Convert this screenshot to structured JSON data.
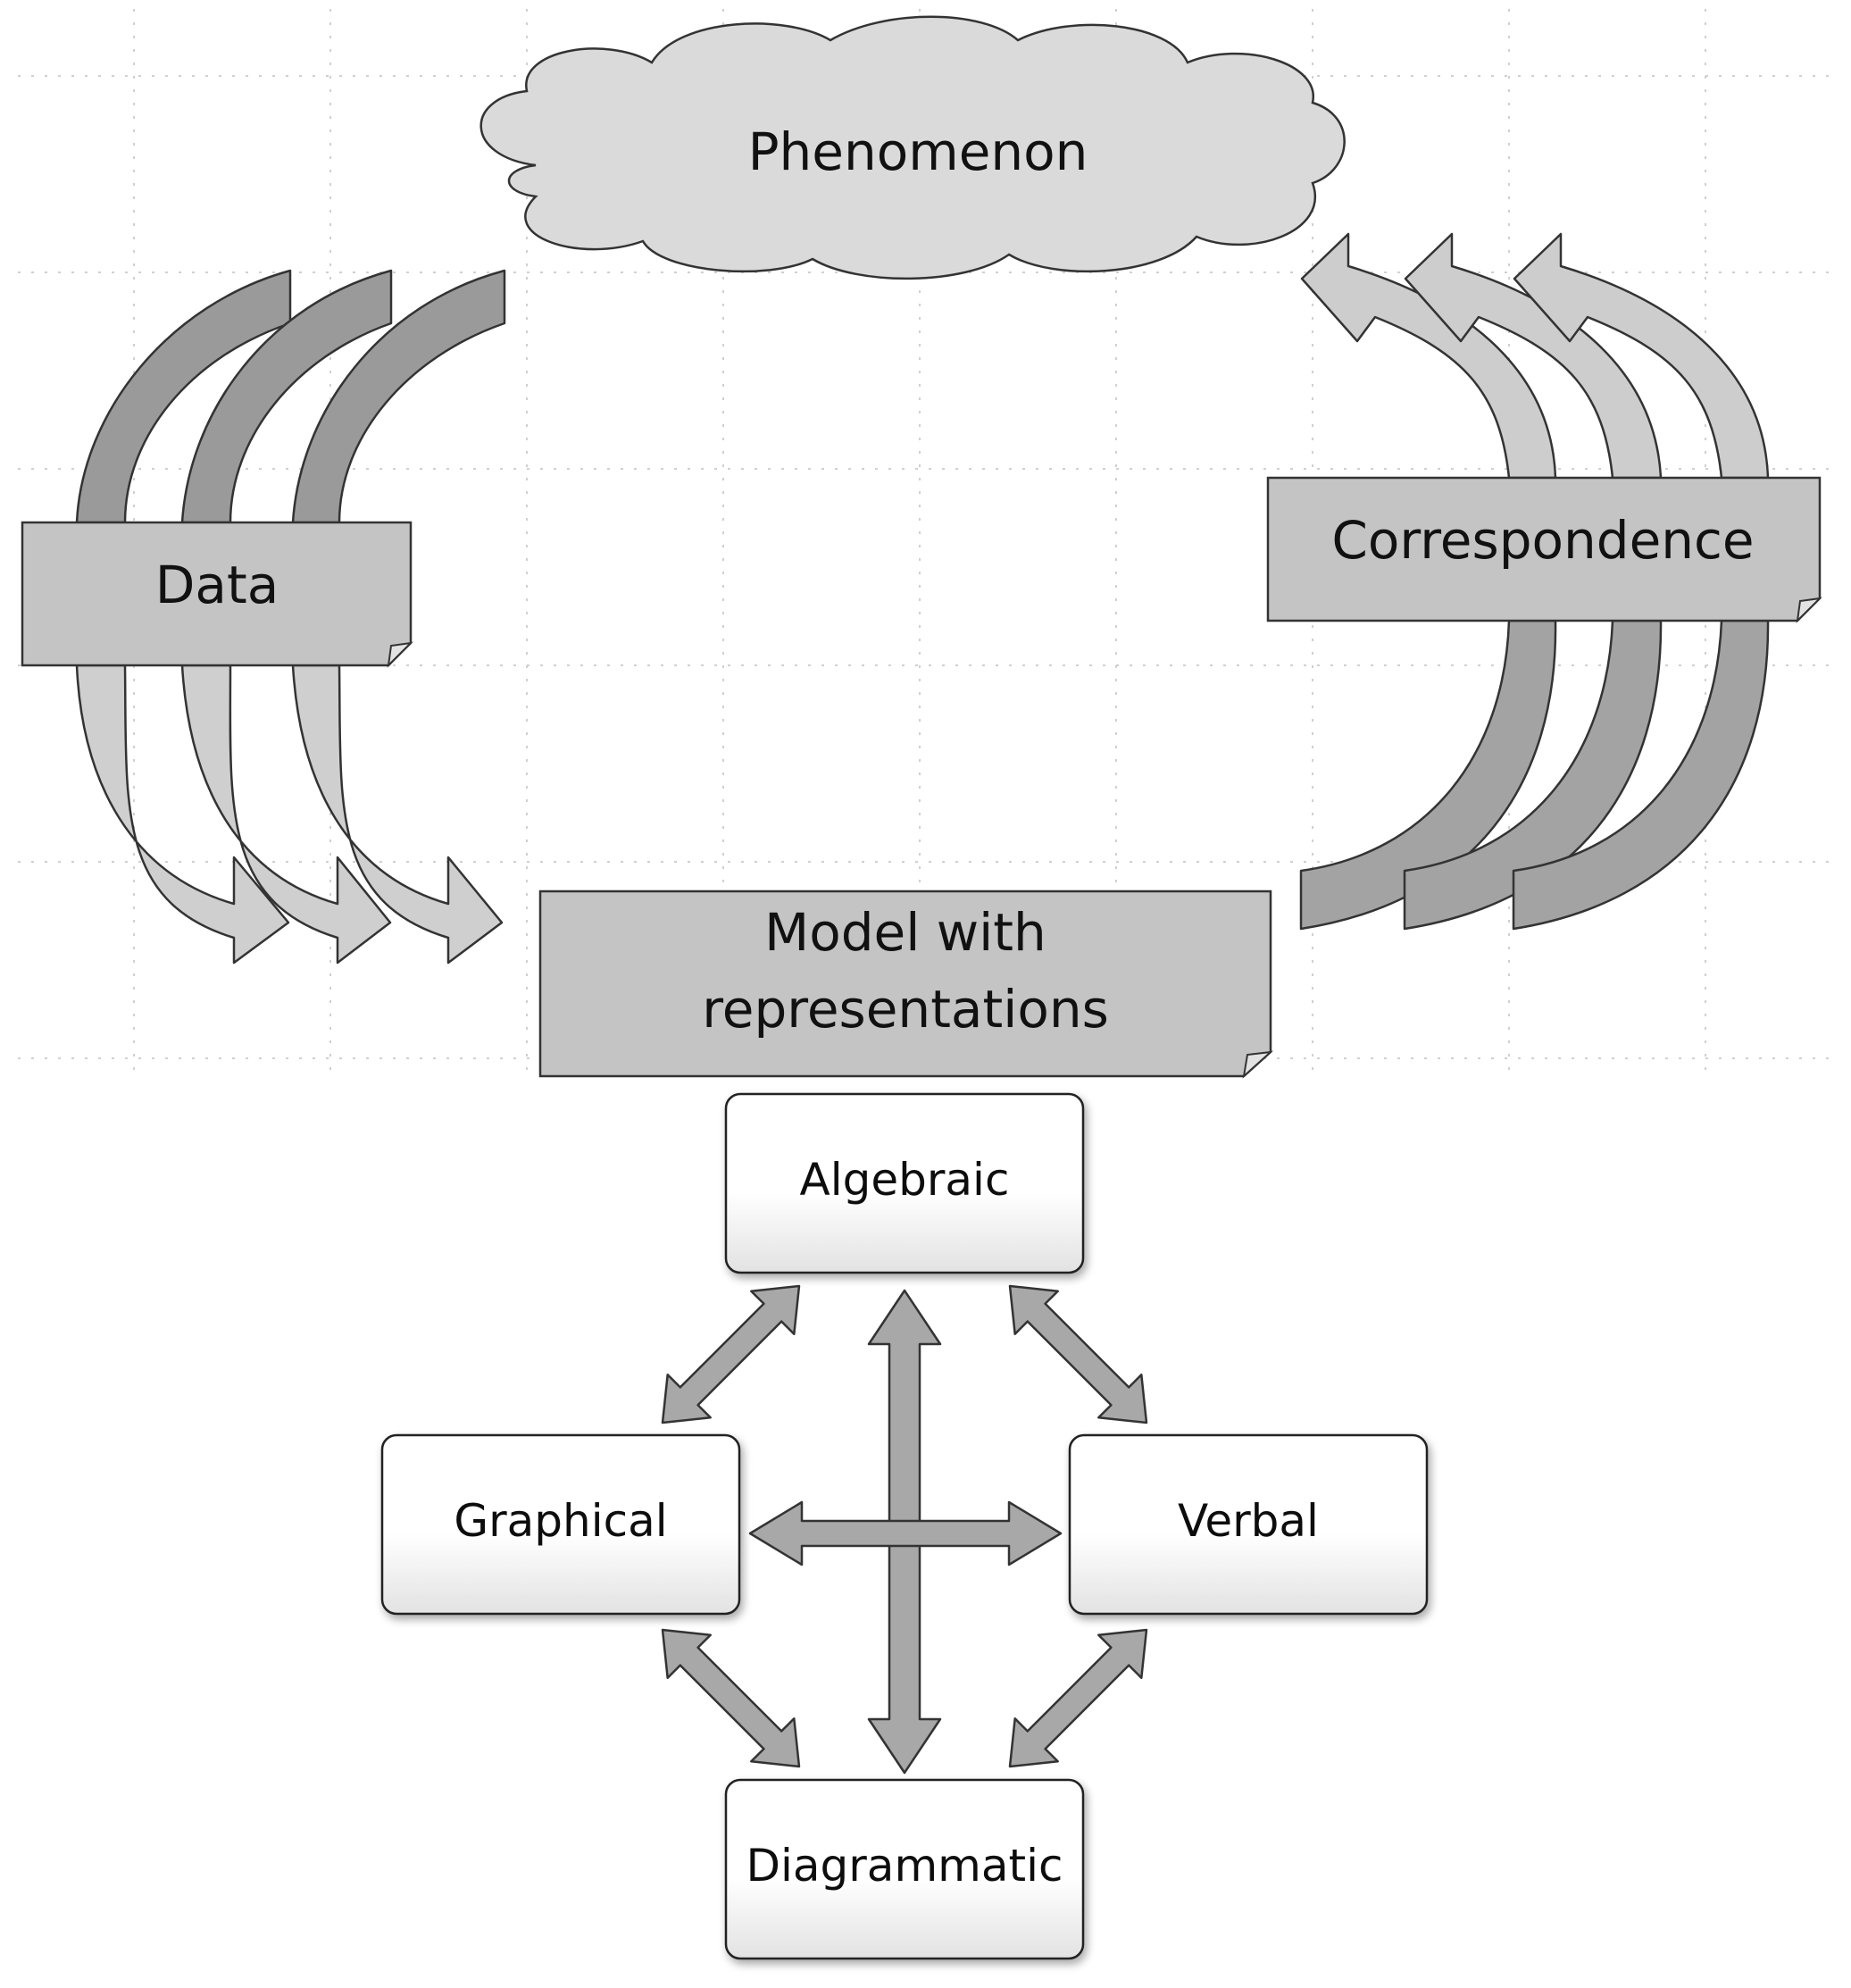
{
  "diagram": {
    "phenomenon": "Phenomenon",
    "data": "Data",
    "correspondence": "Correspondence",
    "model_line1": "Model with",
    "model_line2": "representations",
    "representations": {
      "algebraic": "Algebraic",
      "graphical": "Graphical",
      "verbal": "Verbal",
      "diagrammatic": "Diagrammatic"
    }
  },
  "colors": {
    "grid": "#d4d4d4",
    "cloud_fill": "#dadada",
    "note_fill": "#c4c4c4",
    "arrow_light": "#cdcdcd",
    "arrow_dark": "#9a9a9a",
    "arrow_mid": "#a8a8a8",
    "box_top": "#ffffff",
    "box_bottom": "#e4e4e4",
    "outline": "#333333"
  }
}
